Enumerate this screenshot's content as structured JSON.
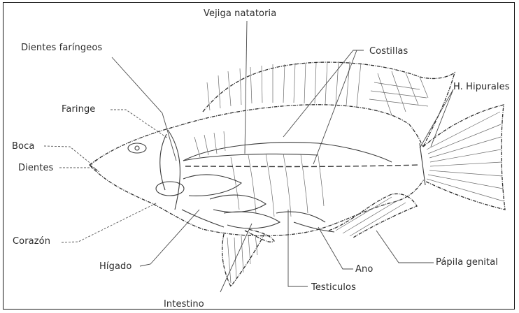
{
  "figure": {
    "labels": {
      "vejiga": "Vejiga natatoria",
      "dientes_faringeos": "Dientes faríngeos",
      "costillas": "Costillas",
      "hipurales": "H. Hipurales",
      "faringe": "Faringe",
      "boca": "Boca",
      "dientes": "Dientes",
      "corazon": "Corazón",
      "higado": "Hígado",
      "papila": "Pápila genital",
      "ano": "Ano",
      "testiculos": "Testiculos",
      "intestino": "Intestino"
    }
  }
}
